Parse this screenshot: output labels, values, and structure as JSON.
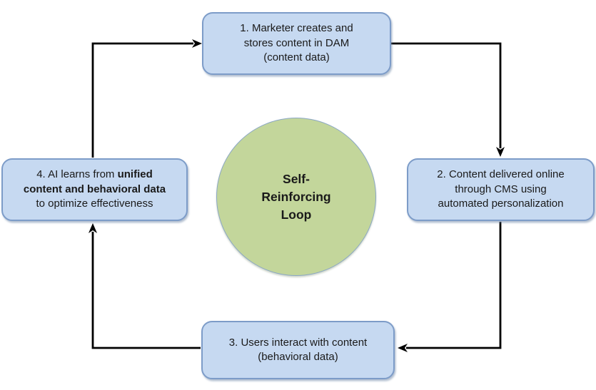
{
  "colors": {
    "box_fill": "#c6d9f1",
    "box_border": "#7d9cc8",
    "circle_fill": "#c3d69b",
    "circle_border": "#8ba7c5",
    "arrow": "#000000",
    "text": "#1a1a1a"
  },
  "circle": {
    "label": "Self-\nReinforcing\nLoop"
  },
  "steps": [
    {
      "text": "1. Marketer creates and\nstores content in DAM\n(content data)"
    },
    {
      "text": "2. Content delivered online\nthrough CMS using\nautomated personalization"
    },
    {
      "text": "3. Users interact with content\n(behavioral data)"
    },
    {
      "text_before": "4. AI learns from ",
      "text_bold": "unified\ncontent and behavioral data",
      "text_after": "\nto optimize effectiveness"
    }
  ]
}
